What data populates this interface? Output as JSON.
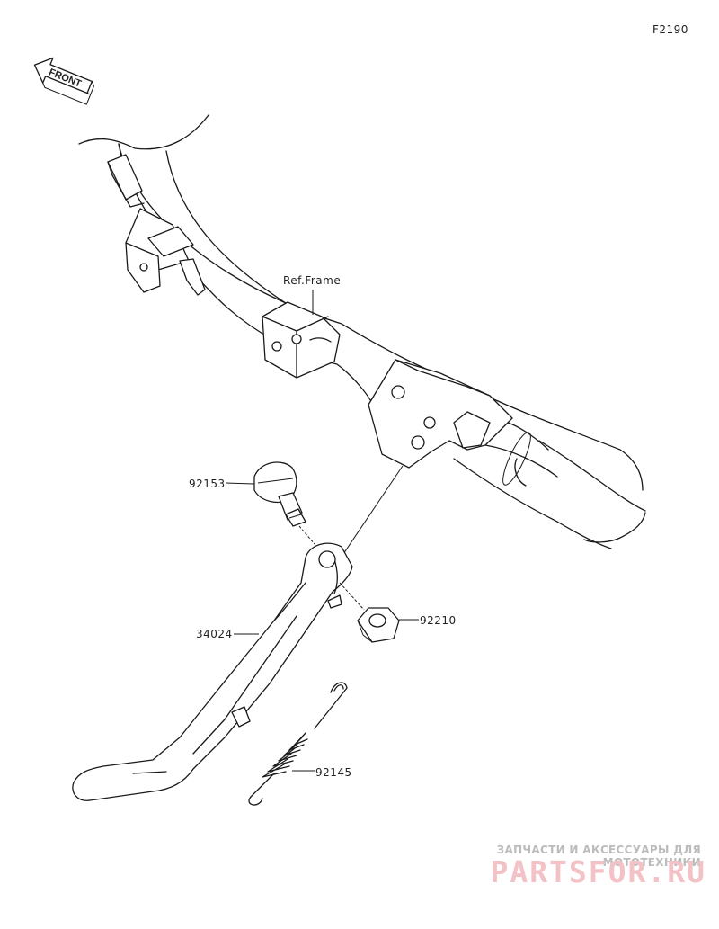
{
  "diagram_code": "F2190",
  "front_label": "FRONT",
  "ref_frame_label": "Ref.Frame",
  "parts": {
    "bolt": "92153",
    "side_stand": "34024",
    "nut": "92210",
    "spring": "92145"
  },
  "watermark": {
    "tagline": "ЗАПЧАСТИ И АКСЕССУАРЫ ДЛЯ МОТОТЕХНИКИ",
    "logo": "PARTSFOR.RU"
  }
}
